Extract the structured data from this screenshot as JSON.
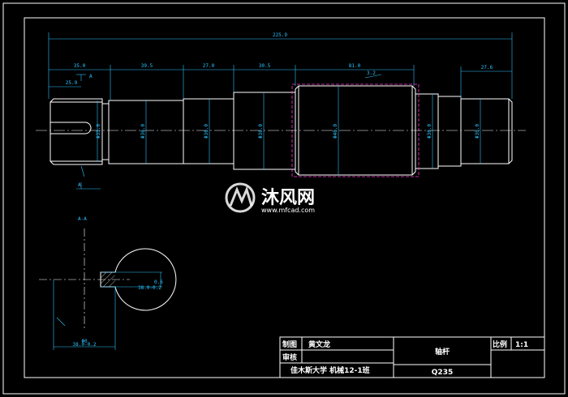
{
  "dimensions": {
    "overall_length": "225.9",
    "seg1_length": "35.0",
    "seg2_length": "39.5",
    "seg3_length": "27.0",
    "seg4_length": "30.5",
    "seg5_length": "81.0",
    "seg6_length": "27.6",
    "keyway_length": "25.9",
    "dia1": "Φ35.0",
    "dia2": "Φ30.0",
    "dia3": "Φ30.0",
    "dia4": "Φ30.0",
    "dia5": "Φ40.0",
    "dia6": "Φ30.0",
    "dia7": "Φ30.0",
    "key_depth": "0.6",
    "key_width_tol": "38.0-0.2",
    "section_dia": "Φ0",
    "section_dia_tol": "38.0-0.2",
    "roughness": "3.2"
  },
  "section": {
    "label": "A-A",
    "cut_mark_top": "A",
    "cut_mark_bottom": "A"
  },
  "title_block": {
    "draw_label": "制图",
    "drawer_name": "黄文龙",
    "check_label": "审核",
    "part_name": "轴杆",
    "scale_label": "比例",
    "scale_value": "1:1",
    "school_class": "佳木斯大学 机械12-1班",
    "material": "Q235"
  },
  "watermark": {
    "brand": "沐风网",
    "url": "www.mfcad.com"
  }
}
